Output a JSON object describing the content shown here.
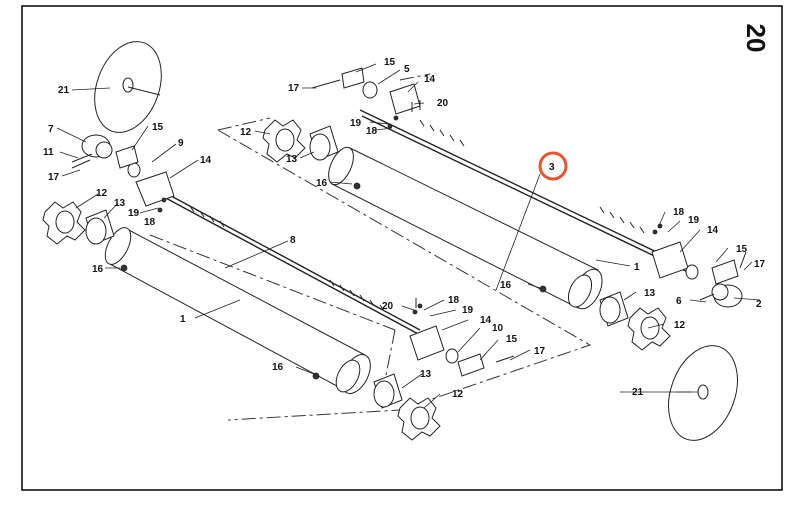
{
  "page_number": "20",
  "callouts": {
    "c1_upper": "1",
    "c1_lower": "1",
    "c2": "2",
    "c3": "3",
    "c5": "5",
    "c6": "6",
    "c7": "7",
    "c8": "8",
    "c9": "9",
    "c10": "10",
    "c11": "11",
    "c12_a": "12",
    "c12_b": "12",
    "c12_c": "12",
    "c12_d": "12",
    "c13_a": "13",
    "c13_b": "13",
    "c13_c": "13",
    "c13_d": "13",
    "c14_a": "14",
    "c14_b": "14",
    "c14_c": "14",
    "c14_d": "14",
    "c15_a": "15",
    "c15_b": "15",
    "c15_c": "15",
    "c15_d": "15",
    "c16_a": "16",
    "c16_b": "16",
    "c16_c": "16",
    "c16_d": "16",
    "c17_a": "17",
    "c17_b": "17",
    "c17_c": "17",
    "c17_d": "17",
    "c18_a": "18",
    "c18_b": "18",
    "c18_c": "18",
    "c18_d": "18",
    "c19_a": "19",
    "c19_b": "19",
    "c19_c": "19",
    "c19_d": "19",
    "c20_a": "20",
    "c20_b": "20",
    "c21_a": "21",
    "c21_b": "21"
  },
  "highlighted_callout": "3",
  "colors": {
    "highlight_ring": "#e8542c",
    "line": "#222222",
    "frame": "#000000"
  }
}
